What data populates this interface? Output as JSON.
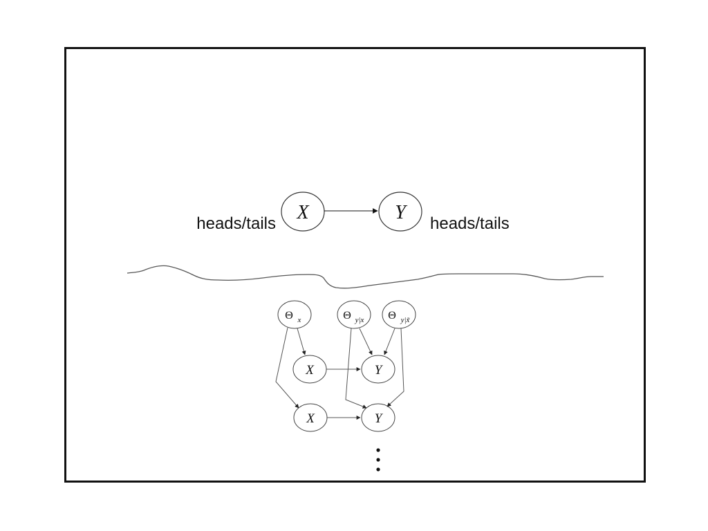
{
  "top_model": {
    "node_x": "X",
    "node_y": "Y",
    "label_left": "heads/tails",
    "label_right": "heads/tails"
  },
  "bottom_model": {
    "theta_symbol": "Θ",
    "theta_x_sub": "x",
    "theta_y_given_x_sub": "y|x",
    "theta_y_given_notx_sub": "y|x̃",
    "case1_x": "X",
    "case1_y": "Y",
    "case2_x": "X",
    "case2_y": "Y",
    "continuation": "⋮"
  },
  "colors": {
    "frame": "#111111",
    "stroke": "#555555",
    "text": "#111111"
  }
}
